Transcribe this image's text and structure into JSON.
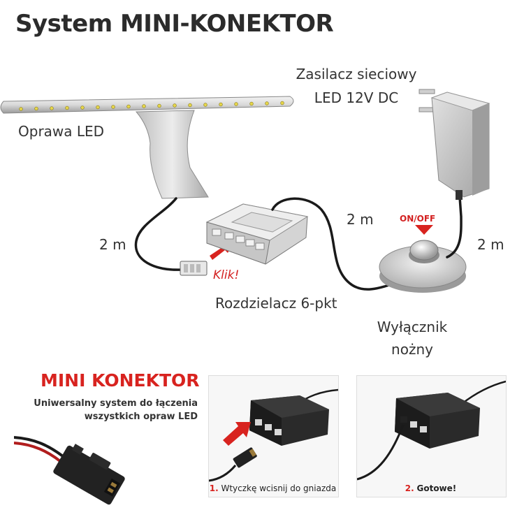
{
  "title": "System MINI-KONEKTOR",
  "labels": {
    "led_fixture": "Oprawa LED",
    "power_supply_line1": "Zasilacz sieciowy",
    "power_supply_line2": "LED 12V DC",
    "splitter": "Rozdzielacz 6-pkt",
    "foot_switch_line1": "Wyłącznik",
    "foot_switch_line2": "nożny",
    "on_off": "ON/OFF",
    "klik": "Klik!",
    "cable_left": "2 m",
    "cable_middle": "2 m",
    "cable_right": "2 m"
  },
  "mini": {
    "title": "MINI KONEKTOR",
    "subtitle_line1": "Uniwersalny system do łączenia",
    "subtitle_line2": "wszystkich opraw LED"
  },
  "steps": [
    {
      "number": "1.",
      "text": "Wtyczkę wcisnij do gniazda"
    },
    {
      "number": "2.",
      "text": "Gotowe!"
    }
  ],
  "colors": {
    "accent_red": "#d8231f",
    "cable": "#1a1a1a"
  }
}
